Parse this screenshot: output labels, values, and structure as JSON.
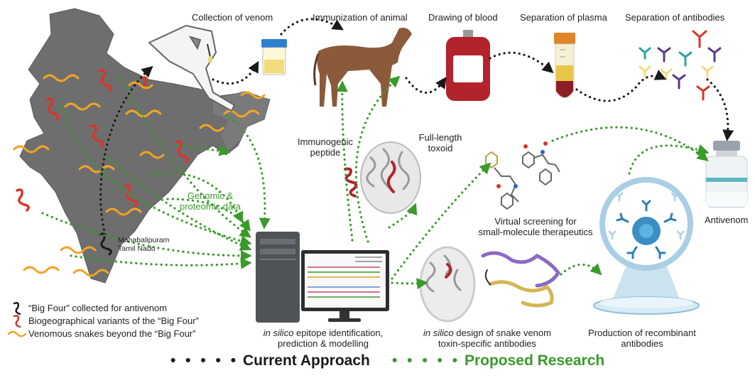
{
  "steps": {
    "collection_of_venom": "Collection of venom",
    "immunization_of_animal": "Immunization of animal",
    "drawing_of_blood": "Drawing of blood",
    "separation_of_plasma": "Separation of plasma",
    "separation_of_antibodies": "Separation of antibodies",
    "antivenom": "Antivenom"
  },
  "labels": {
    "immunogenic_peptide_1": "Immunogenic",
    "immunogenic_peptide_2": "peptide",
    "full_length_toxoid_1": "Full-length",
    "full_length_toxoid_2": "toxoid",
    "genomic_1": "Genomic &",
    "genomic_2": "proteomic data",
    "virtual_screening_1": "Virtual screening for",
    "virtual_screening_2": "small-molecule therapeutics",
    "location_1": "Mahabalipuram",
    "location_2": "Tamil Nadu",
    "in_silico_epitope_italic": "in silico",
    "in_silico_epitope_rest": " epitope identification,",
    "in_silico_epitope_2": "prediction & modelling",
    "in_silico_design_italic": "in silico",
    "in_silico_design_rest": " design of snake venom",
    "in_silico_design_2": "toxin-specific antibodies",
    "recombinant_1": "Production of recombinant",
    "recombinant_2": "antibodies"
  },
  "legend": {
    "big_four": "“Big Four” collected for antivenom",
    "biogeographical": "Biogeographical variants of the “Big Four”",
    "venomous_beyond": "Venomous snakes beyond the “Big Four”",
    "current_dots": "• • • • •",
    "current_approach": "Current Approach",
    "proposed_dots": "• • • • •",
    "proposed_research": "Proposed Research"
  },
  "colors": {
    "current": "#1a1a1a",
    "proposed": "#3a9a2a",
    "india_map": "#6e6e6e",
    "snake_red": "#d8362a",
    "snake_orange": "#f2a424",
    "blood": "#b3232b",
    "horse": "#8a5a3a",
    "antibody_teal": "#2ba59a",
    "antibody_purple": "#5a3a8a"
  }
}
